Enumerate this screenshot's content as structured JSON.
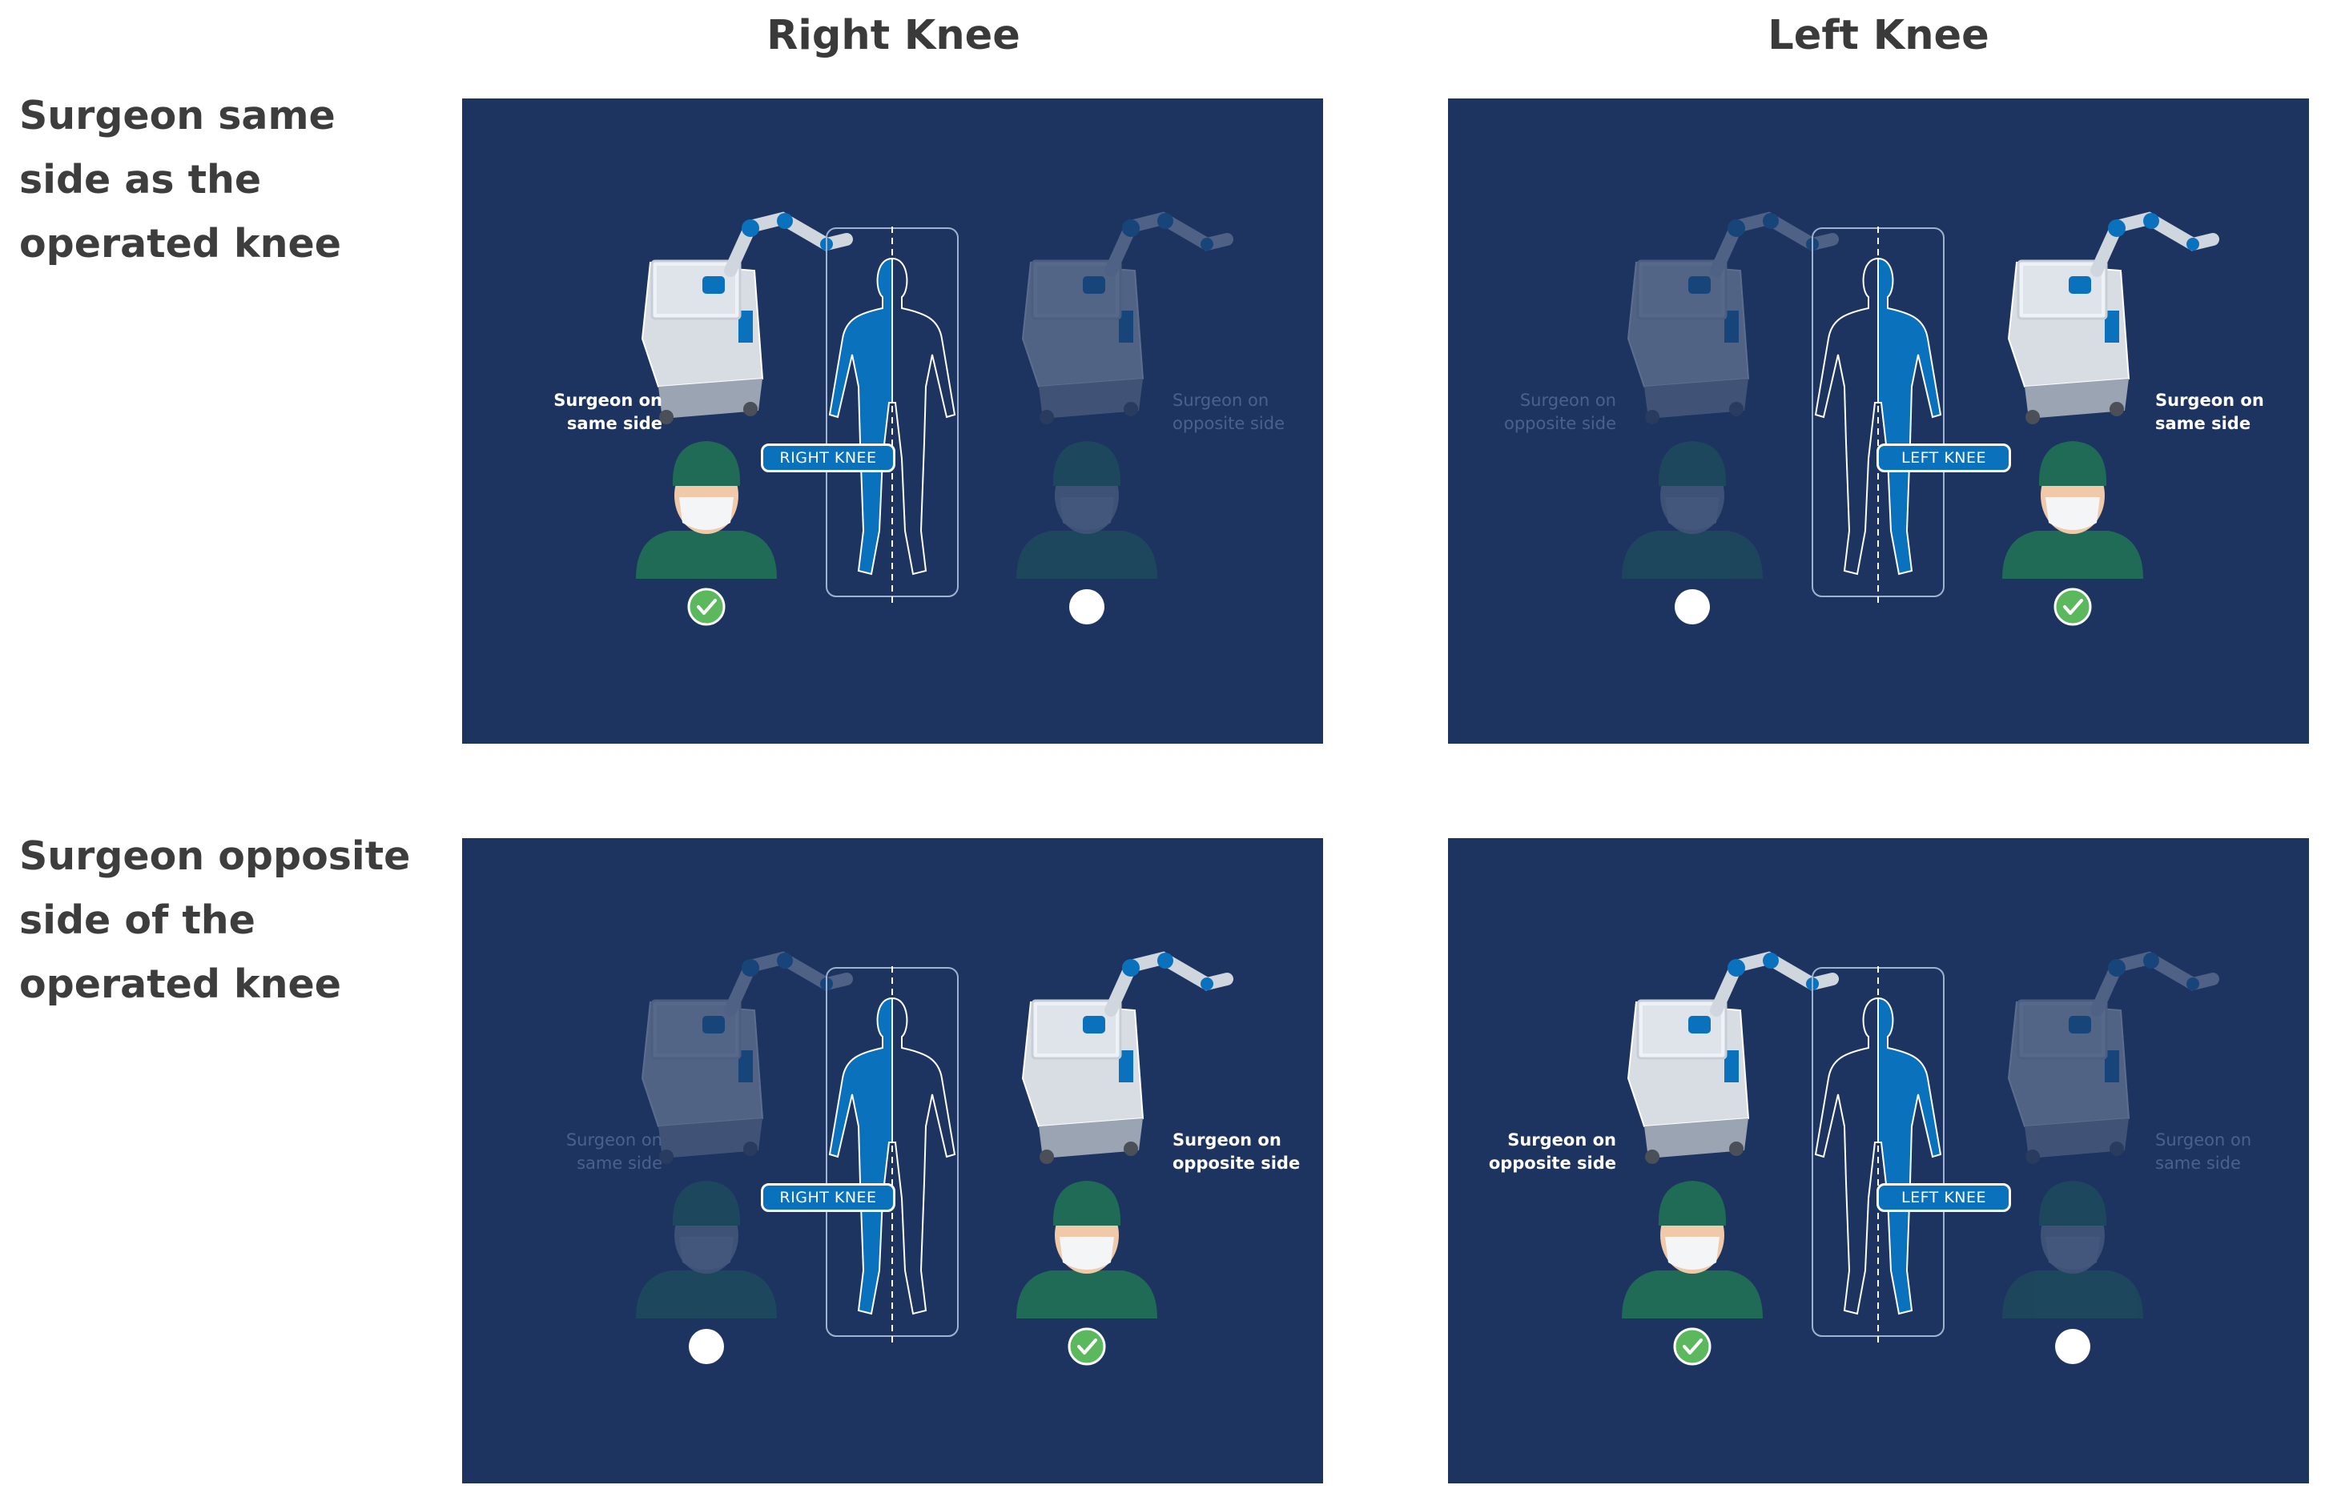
{
  "columns": {
    "right": "Right Knee",
    "left": "Left Knee"
  },
  "rows": {
    "same": {
      "line1": "Surgeon same",
      "line2": "side as the",
      "line3": "operated knee"
    },
    "opposite": {
      "line1": "Surgeon opposite",
      "line2": "side of the",
      "line3": "operated knee"
    }
  },
  "panels": {
    "right_same": {
      "badge": "RIGHT KNEE",
      "left_label": {
        "line1": "Surgeon on",
        "line2": "same side"
      },
      "right_label": {
        "line1": "Surgeon on",
        "line2": "opposite side"
      },
      "selected": "left"
    },
    "left_same": {
      "badge": "LEFT KNEE",
      "left_label": {
        "line1": "Surgeon on",
        "line2": "opposite side"
      },
      "right_label": {
        "line1": "Surgeon on",
        "line2": "same side"
      },
      "selected": "right"
    },
    "right_opposite": {
      "badge": "RIGHT KNEE",
      "left_label": {
        "line1": "Surgeon on",
        "line2": "same side"
      },
      "right_label": {
        "line1": "Surgeon on",
        "line2": "opposite side"
      },
      "selected": "right"
    },
    "left_opposite": {
      "badge": "LEFT KNEE",
      "left_label": {
        "line1": "Surgeon on",
        "line2": "opposite side"
      },
      "right_label": {
        "line1": "Surgeon on",
        "line2": "same side"
      },
      "selected": "left"
    }
  },
  "colors": {
    "panel_background": "#1d3461",
    "body_blue": "#0a72bd",
    "scrubs_green": "#1f6b55",
    "check_green": "#5cb85c",
    "dim_label": "#4a6190"
  }
}
